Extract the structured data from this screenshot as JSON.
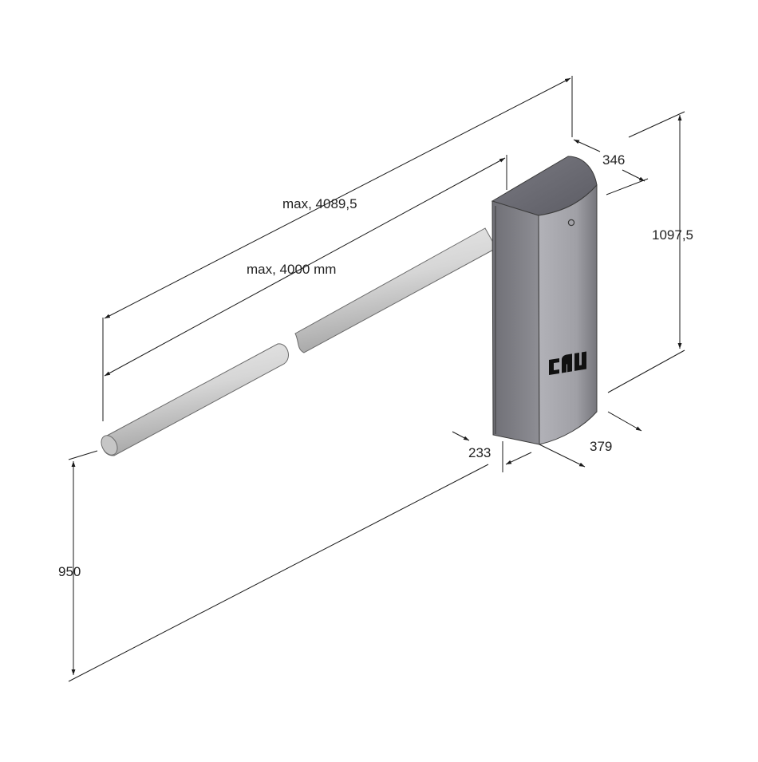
{
  "dimensions": {
    "overall_length": "max, 4089,5",
    "boom_length": "max, 4000 mm",
    "cabinet_depth_top": "346",
    "cabinet_height": "1097,5",
    "cabinet_width": "233",
    "cabinet_depth_base": "379",
    "boom_height": "950"
  },
  "logo": {
    "text": "CAU"
  },
  "colors": {
    "cabinet_top": "#6e6e76",
    "cabinet_front": "#8a8a90",
    "cabinet_side": "#a4a4aa",
    "cabinet_side_shade": "#7a7a80",
    "boom": "#d8d8d8",
    "dim_line": "#1a1a1a"
  }
}
